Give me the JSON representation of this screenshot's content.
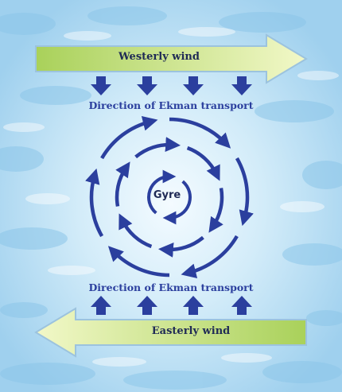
{
  "winds": {
    "top": {
      "label": "Westerly wind"
    },
    "bottom": {
      "label": "Easterly wind"
    }
  },
  "ekman": {
    "top_label": "Direction of Ekman transport",
    "bottom_label": "Direction of Ekman transport"
  },
  "gyre": {
    "label": "Gyre"
  },
  "colors": {
    "arrow_blue": "#2b3f9e",
    "wind_green_light": "#f2f8c8",
    "wind_green_dark": "#a9d15a",
    "water_light": "#e8f5fc",
    "water_mid": "#a8d4ee",
    "water_deep": "#7fbbe2"
  }
}
